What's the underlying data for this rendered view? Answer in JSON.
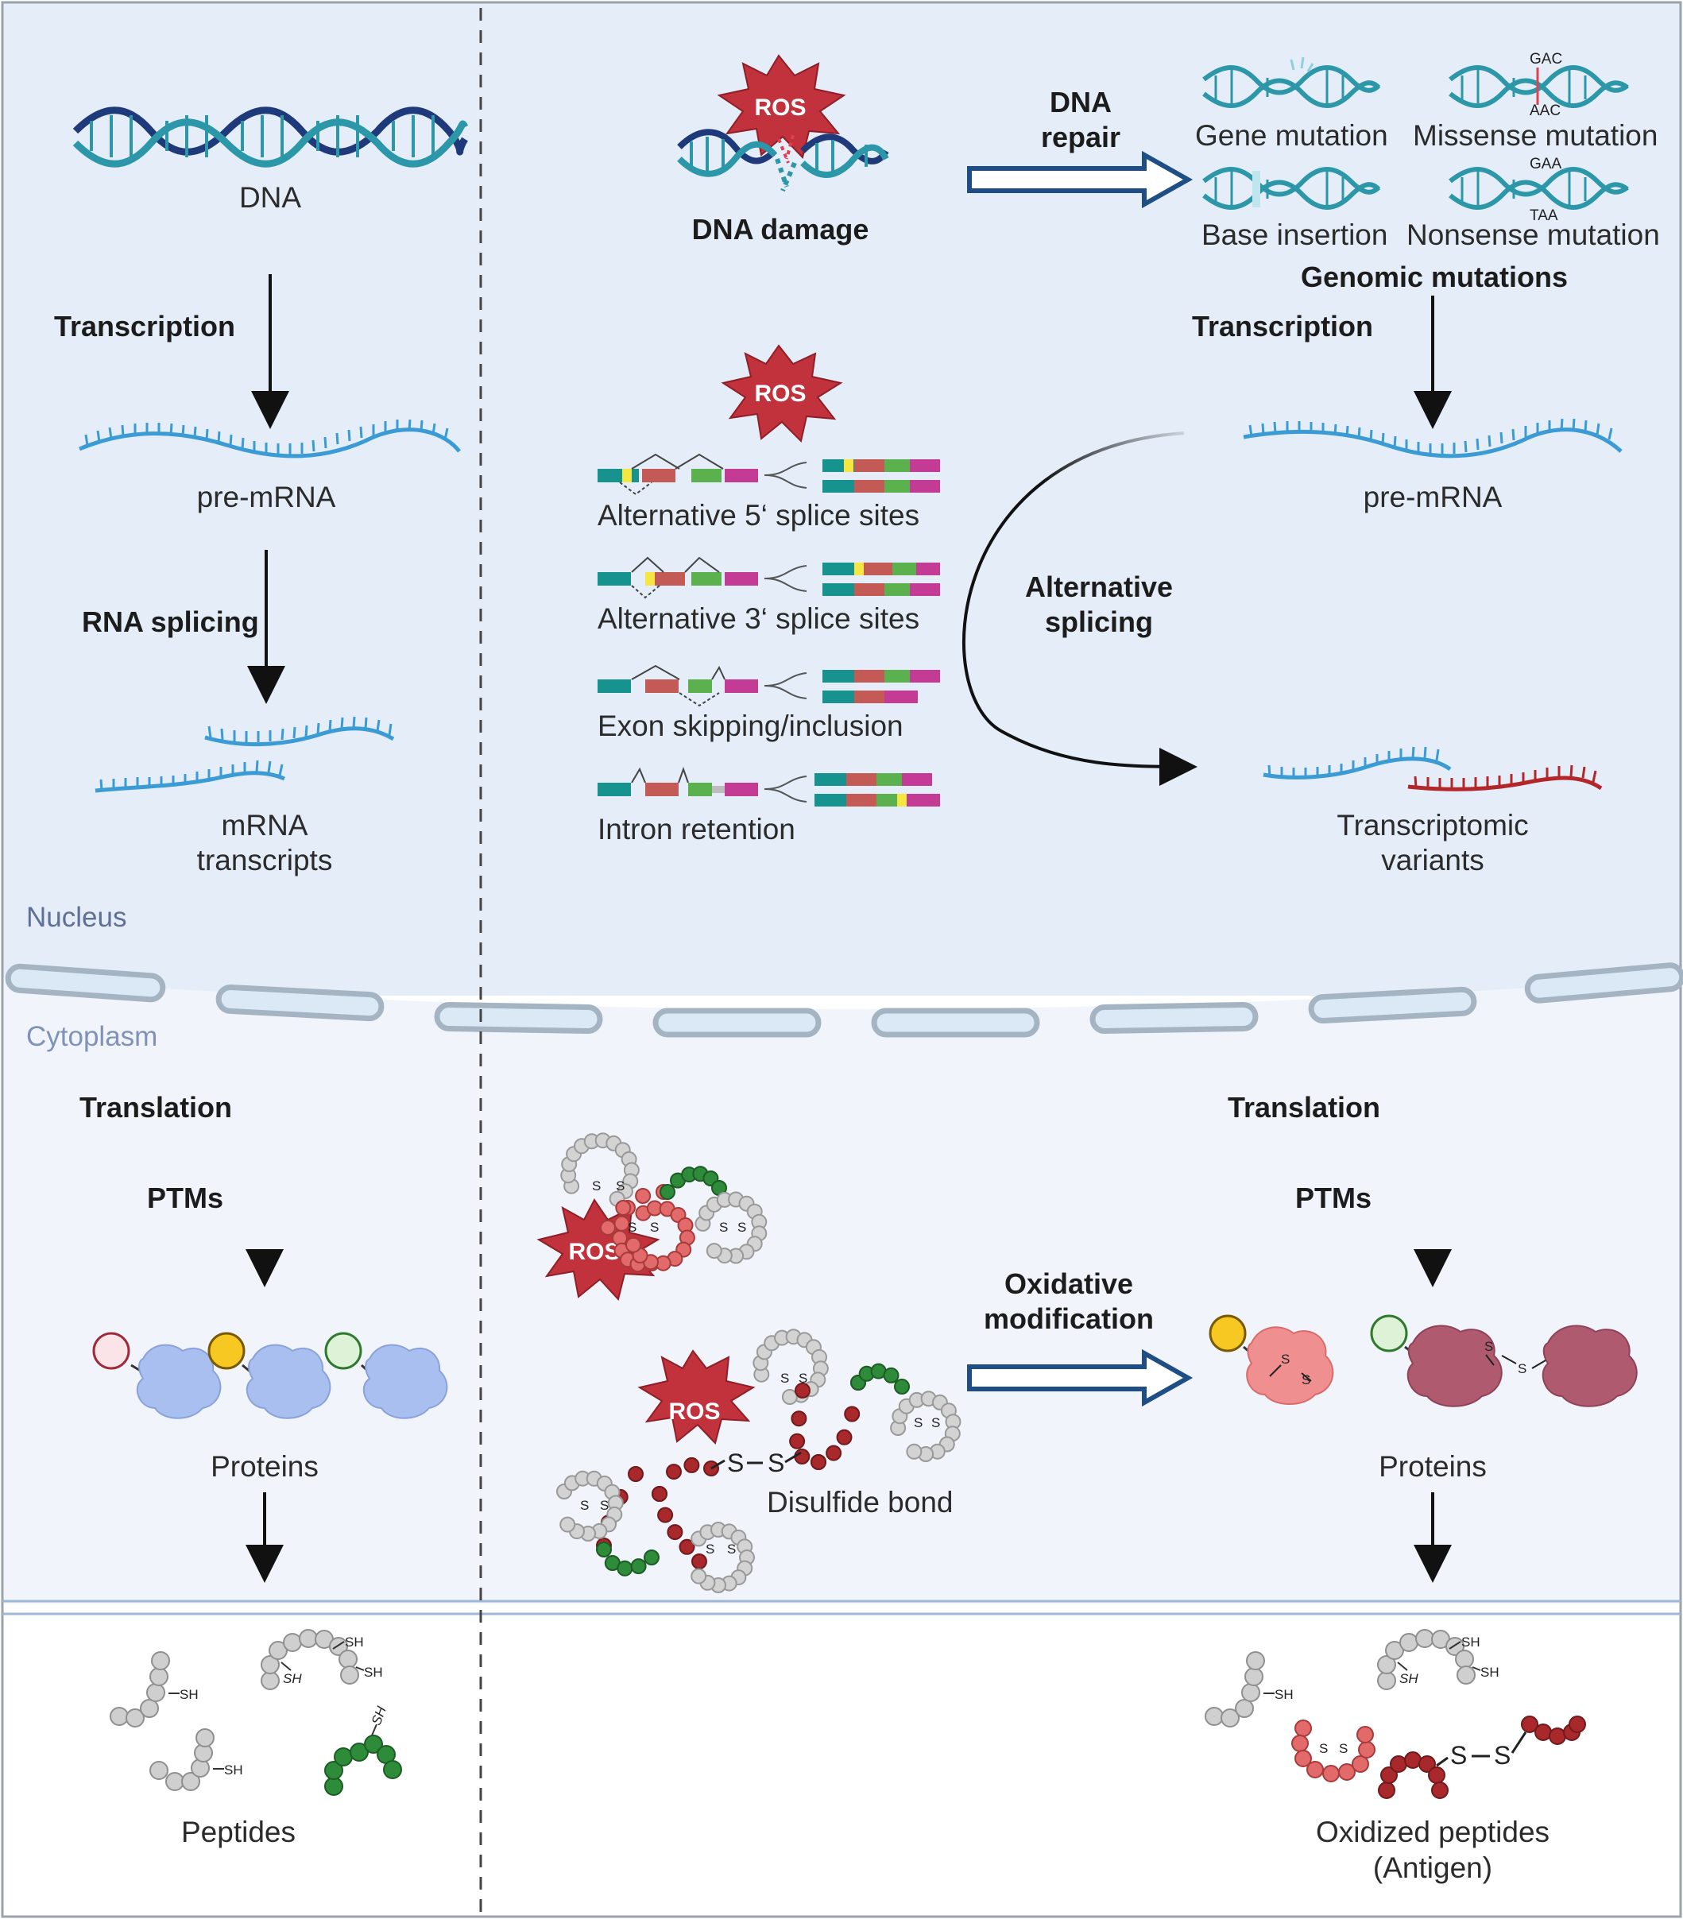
{
  "regions": {
    "nucleus": "Nucleus",
    "cytoplasm": "Cytoplasm"
  },
  "ros_label": "ROS",
  "left": {
    "dna": "DNA",
    "transcription": "Transcription",
    "pre_mrna": "pre-mRNA",
    "rna_splicing": "RNA splicing",
    "mrna_line1": "mRNA",
    "mrna_line2": "transcripts",
    "translation": "Translation",
    "ptms": "PTMs",
    "proteins": "Proteins",
    "peptides": "Peptides"
  },
  "middle": {
    "dna_damage": "DNA damage",
    "dna_repair_line1": "DNA",
    "dna_repair_line2": "repair",
    "alt5": "Alternative 5‘ splice sites",
    "alt3": "Alternative 3‘ splice sites",
    "exon": "Exon skipping/inclusion",
    "intron": "Intron retention",
    "alt_splicing_line1": "Alternative",
    "alt_splicing_line2": "splicing",
    "oxidative_line1": "Oxidative",
    "oxidative_line2": "modification",
    "disulfide": "Disulfide bond"
  },
  "right": {
    "gene_mutation": "Gene mutation",
    "missense": "Missense mutation",
    "base_insertion": "Base insertion",
    "nonsense": "Nonsense mutation",
    "genomic_mutations": "Genomic mutations",
    "transcription": "Transcription",
    "pre_mrna": "pre-mRNA",
    "variants_line1": "Transcriptomic",
    "variants_line2": "variants",
    "translation": "Translation",
    "ptms": "PTMs",
    "proteins": "Proteins",
    "oxidized_line1": "Oxidized peptides",
    "oxidized_line2": "(Antigen)"
  },
  "codons": {
    "missense_top": "GAC",
    "missense_bottom": "AAC",
    "nonsense_top": "GAA",
    "nonsense_bottom": "TAA"
  },
  "chem": {
    "sh": "SH",
    "s": "S"
  },
  "colors": {
    "nucleus_bg": "#e4edf8",
    "cytoplasm_bg": "#f1f5fb",
    "ros": "#c1323c",
    "arrow_blue": "#1f4e86",
    "dna_dark": "#1f3a7a",
    "dna_teal": "#2c97a8",
    "rna_blue": "#3b9bd5",
    "rna_red": "#b3262a",
    "exon_teal": "#16928f",
    "exon_red": "#c45a55",
    "exon_green": "#5cb14f",
    "exon_magenta": "#c33b95",
    "splice_yellow": "#f5e642"
  }
}
